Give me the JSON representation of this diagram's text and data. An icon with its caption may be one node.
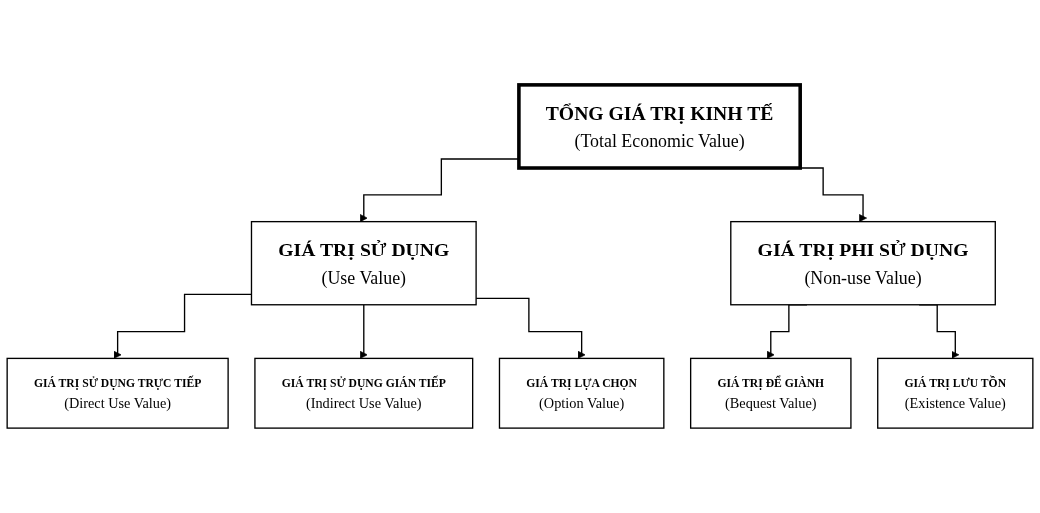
{
  "diagram": {
    "nodes": [
      {
        "text": [
          "TỔNG GIÁ TRỊ KINH TẾ",
          "(Total Economic Value)"
        ]
      },
      {
        "text": [
          "GIÁ TRỊ SỬ DỤNG",
          "(Use Value)"
        ]
      },
      {
        "text": [
          "GIÁ TRỊ PHI SỬ DỤNG",
          "(Non-use Value)"
        ]
      },
      {
        "text": [
          "GIÁ TRỊ SỬ DỤNG TRỰC TIẾP",
          "(Direct Use Value)"
        ]
      },
      {
        "text": [
          "GIÁ TRỊ SỬ DỤNG GIÁN TIẾP",
          "(Indirect Use Value)"
        ]
      },
      {
        "text": [
          "GIÁ TRỊ LỰA CHỌN",
          "(Option Value)"
        ]
      },
      {
        "text": [
          "GIÁ TRỊ ĐỂ GIÀNH",
          "(Bequest Value)"
        ]
      },
      {
        "text": [
          "GIÁ TRỊ LƯU TỒN",
          "(Existence Value)"
        ]
      }
    ],
    "edges": [
      {
        "from": 0,
        "to": 1,
        "arrow": "to"
      },
      {
        "from": 0,
        "to": 2,
        "arrow": "to"
      },
      {
        "from": 1,
        "to": 3,
        "arrow": "to"
      },
      {
        "from": 1,
        "to": 4,
        "arrow": "to"
      },
      {
        "from": 1,
        "to": 5,
        "arrow": "to"
      },
      {
        "from": 2,
        "to": 6,
        "arrow": "to"
      },
      {
        "from": 2,
        "to": 7,
        "arrow": "to"
      }
    ]
  }
}
